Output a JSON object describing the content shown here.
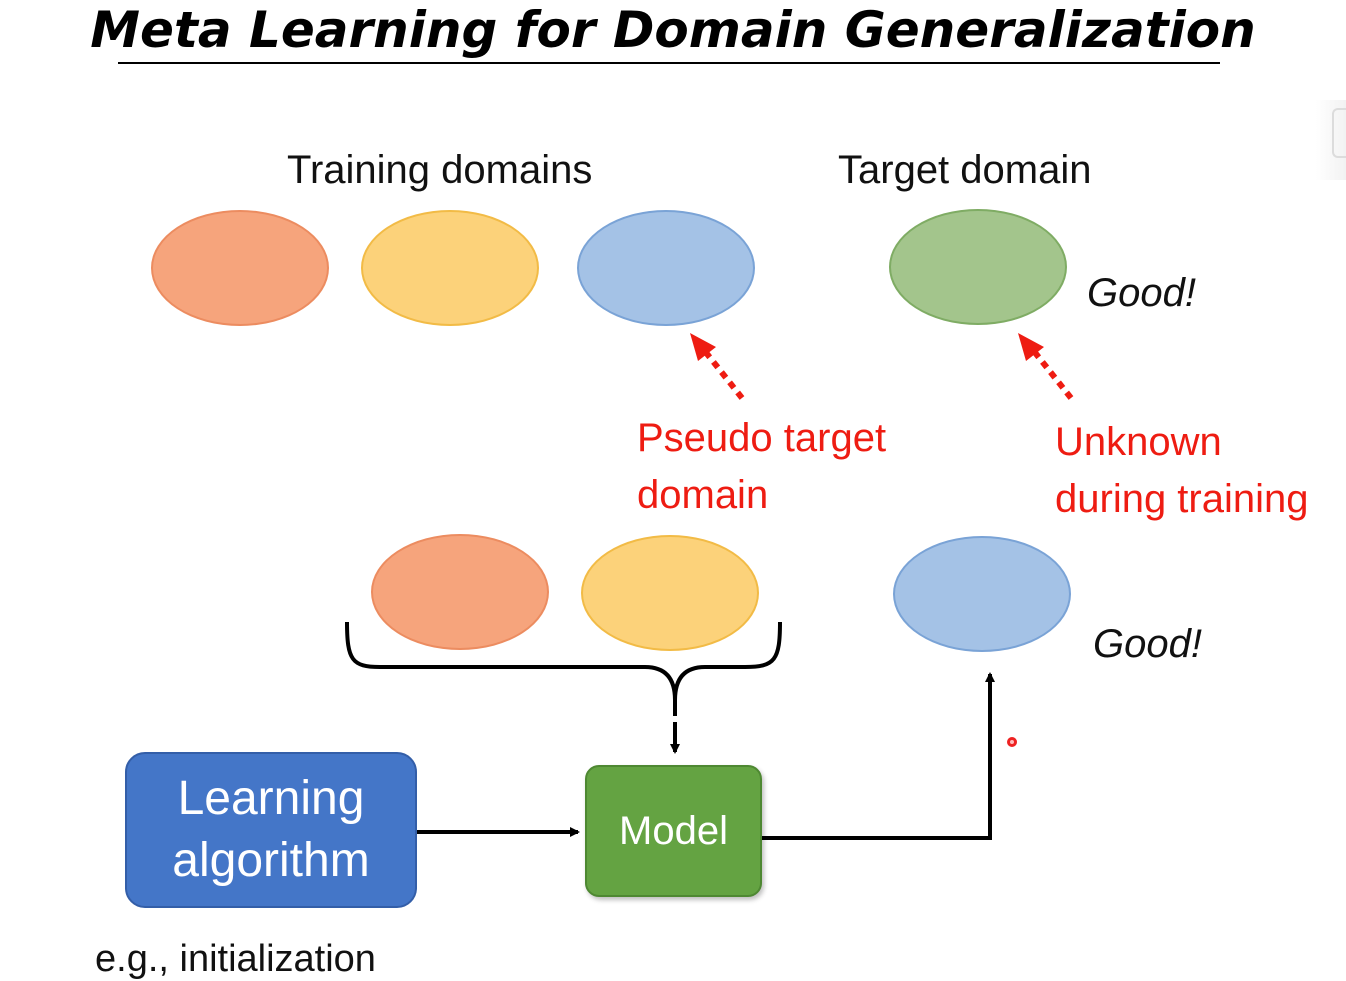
{
  "title": "Meta Learning for Domain Generalization",
  "headings": {
    "training": "Training domains",
    "target": "Target domain"
  },
  "annotations": {
    "pseudo_line1": "Pseudo target",
    "pseudo_line2": "domain",
    "unknown_line1": "Unknown",
    "unknown_line2": "during training"
  },
  "good_labels": [
    "Good!",
    "Good!"
  ],
  "boxes": {
    "learning_line1": "Learning",
    "learning_line2": "algorithm",
    "model": "Model"
  },
  "note": "e.g., initialization",
  "colors": {
    "orange": "#f6a47c",
    "yellow": "#fcd27a",
    "blue": "#a4c2e6",
    "green": "#a3c58c",
    "learning_box": "#4476c8",
    "model_box": "#64a342",
    "annotation_red": "#ee1c12"
  }
}
